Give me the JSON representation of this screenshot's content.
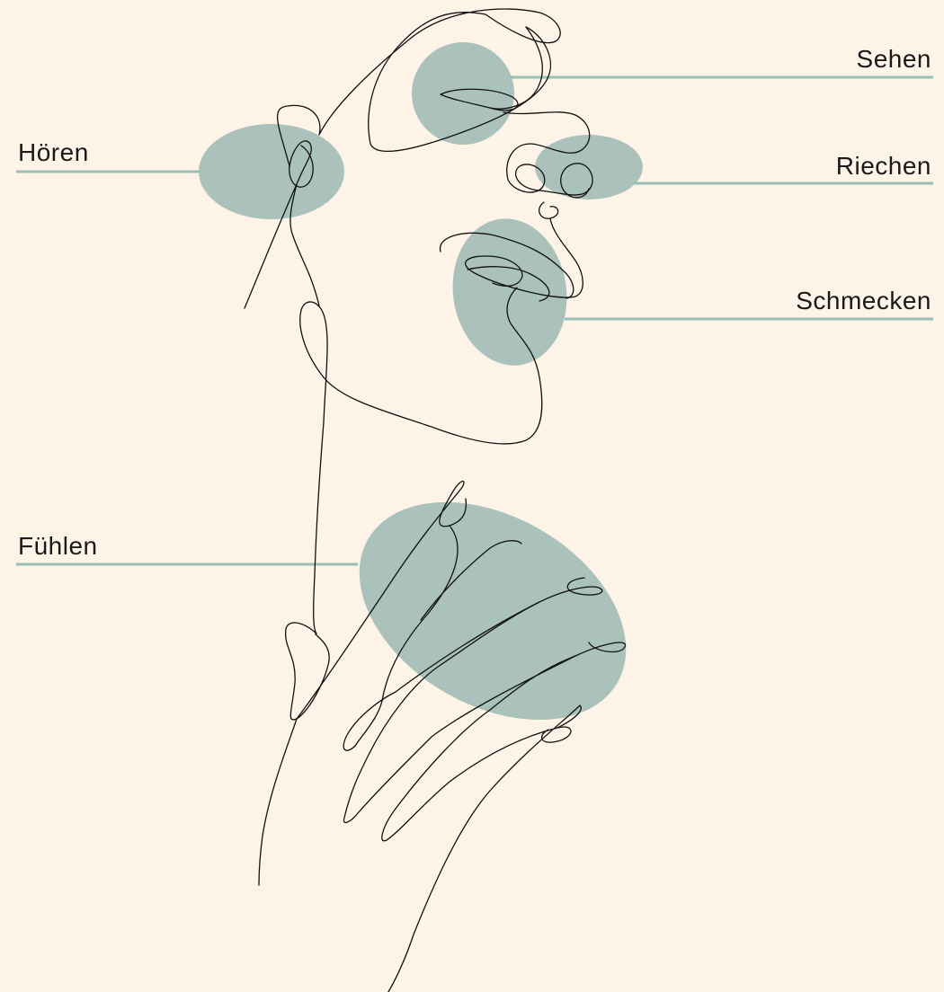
{
  "colors": {
    "background": "#fdf3e7",
    "blob": "#aac2bb",
    "leader": "#9bbfb5",
    "stroke": "#111111"
  },
  "senses": [
    {
      "id": "sehen",
      "label": "Sehen",
      "side": "right"
    },
    {
      "id": "hoeren",
      "label": "Hören",
      "side": "left"
    },
    {
      "id": "riechen",
      "label": "Riechen",
      "side": "right"
    },
    {
      "id": "schmecken",
      "label": "Schmecken",
      "side": "right"
    },
    {
      "id": "fuehlen",
      "label": "Fühlen",
      "side": "left"
    }
  ]
}
